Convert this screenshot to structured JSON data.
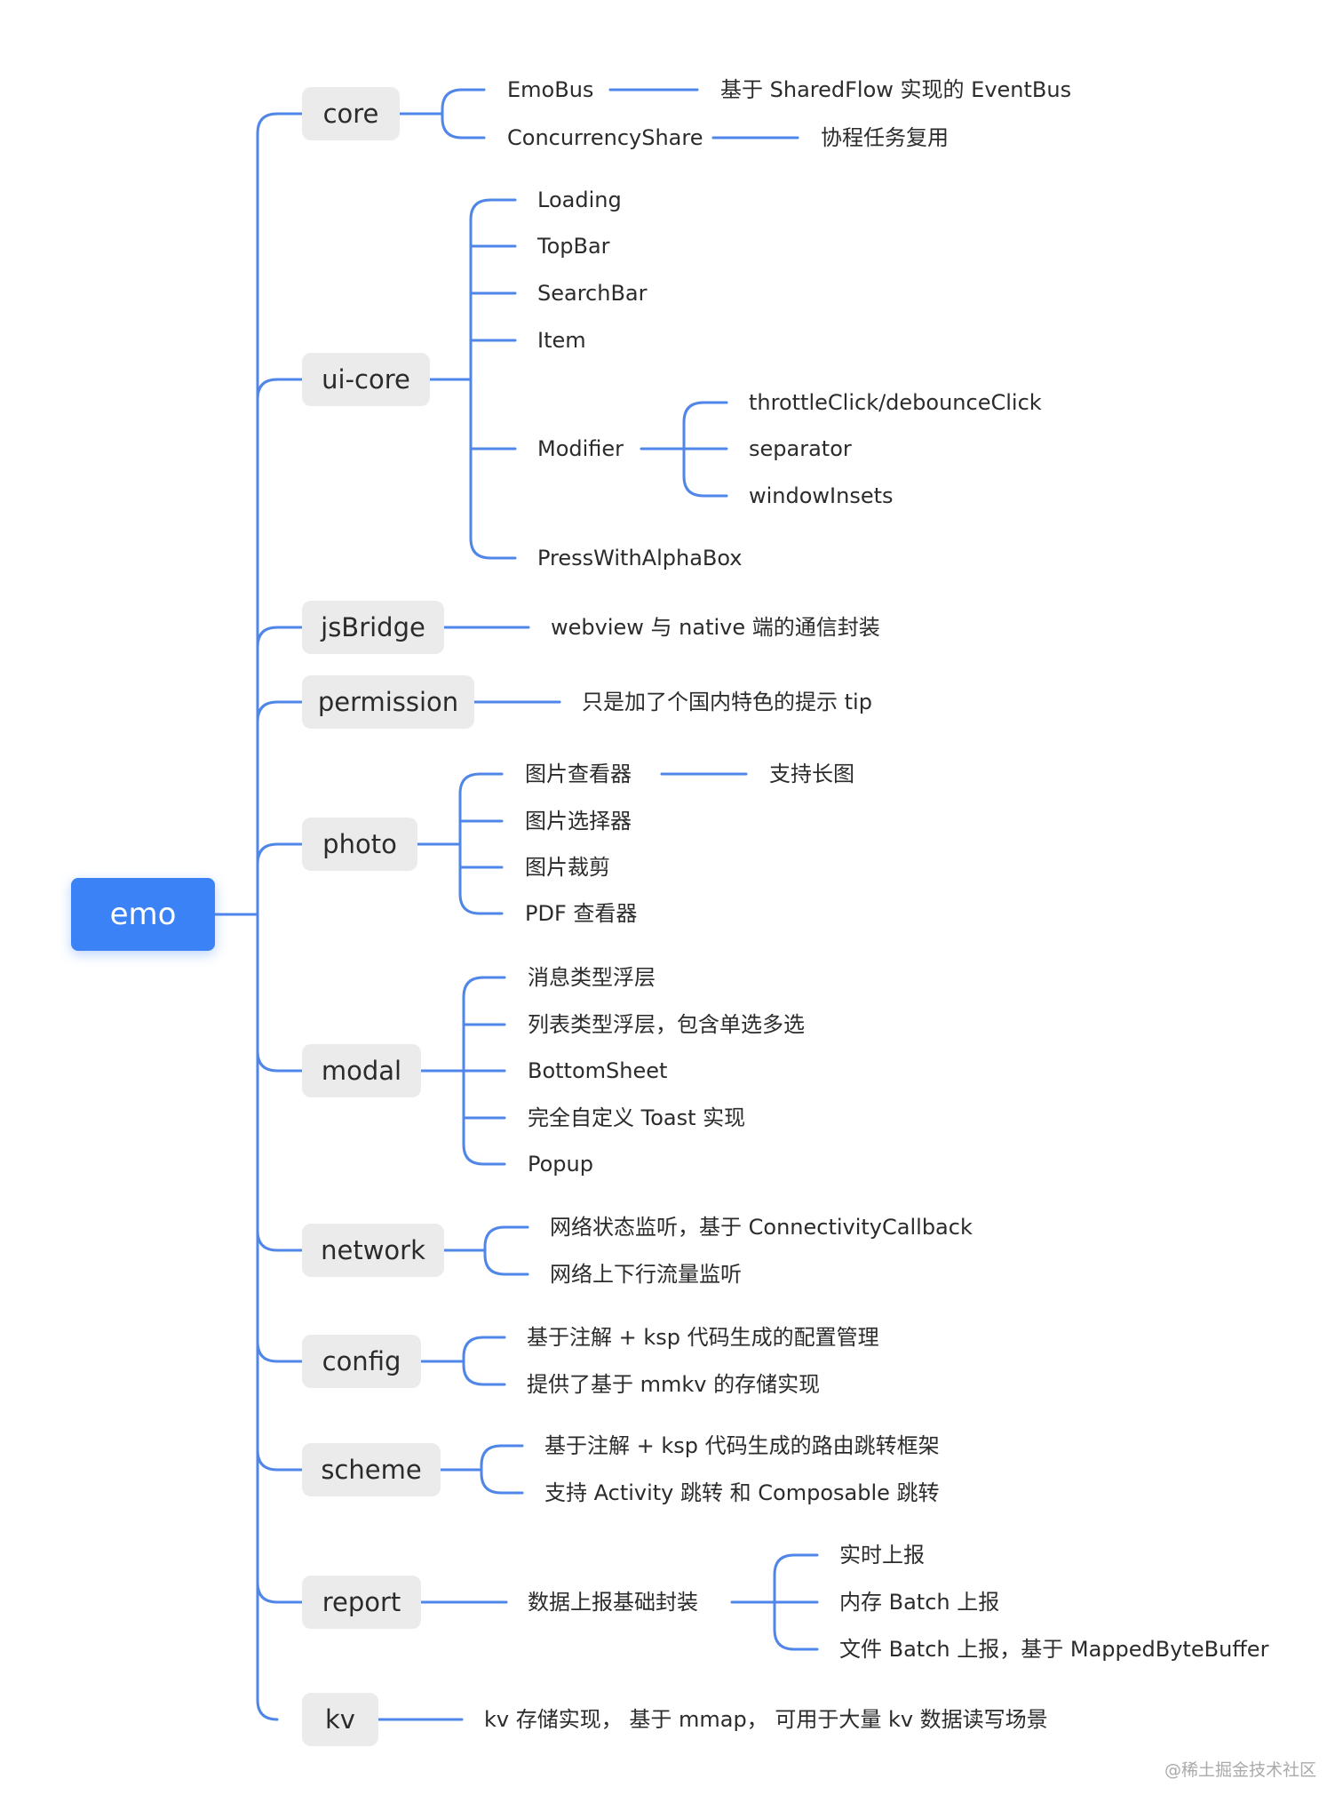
{
  "root": "emo",
  "branches": {
    "core": {
      "label": "core",
      "children": [
        {
          "label": "EmoBus",
          "desc": "基于 SharedFlow 实现的 EventBus"
        },
        {
          "label": "ConcurrencyShare",
          "desc": "协程任务复用"
        }
      ]
    },
    "ui_core": {
      "label": "ui-core",
      "children": [
        {
          "label": "Loading"
        },
        {
          "label": "TopBar"
        },
        {
          "label": "SearchBar"
        },
        {
          "label": "Item"
        },
        {
          "label": "Modifier",
          "children": [
            "throttleClick/debounceClick",
            "separator",
            "windowInsets"
          ]
        },
        {
          "label": "PressWithAlphaBox"
        }
      ]
    },
    "jsbridge": {
      "label": "jsBridge",
      "desc": "webview 与 native 端的通信封装"
    },
    "permission": {
      "label": "permission",
      "desc": "只是加了个国内特色的提示 tip"
    },
    "photo": {
      "label": "photo",
      "children": [
        {
          "label": "图片查看器",
          "desc": "支持长图"
        },
        {
          "label": "图片选择器"
        },
        {
          "label": "图片裁剪"
        },
        {
          "label": "PDF 查看器"
        }
      ]
    },
    "modal": {
      "label": "modal",
      "children": [
        "消息类型浮层",
        "列表类型浮层，包含单选多选",
        "BottomSheet",
        "完全自定义 Toast 实现",
        "Popup"
      ]
    },
    "network": {
      "label": "network",
      "children": [
        "网络状态监听，基于 ConnectivityCallback",
        "网络上下行流量监听"
      ]
    },
    "config": {
      "label": "config",
      "children": [
        "基于注解 + ksp 代码生成的配置管理",
        "提供了基于 mmkv 的存储实现"
      ]
    },
    "scheme": {
      "label": "scheme",
      "children": [
        "基于注解 + ksp 代码生成的路由跳转框架",
        "支持 Activity 跳转 和 Composable 跳转"
      ]
    },
    "report": {
      "label": "report",
      "sub": "数据上报基础封装",
      "children": [
        "实时上报",
        "内存 Batch 上报",
        "文件 Batch 上报，基于 MappedByteBuffer"
      ]
    },
    "kv": {
      "label": "kv",
      "desc": "kv 存储实现， 基于 mmap， 可用于大量 kv 数据读写场景"
    }
  },
  "watermark": "@稀土掘金技术社区",
  "colors": {
    "accent": "#3b82f6",
    "pill": "#ebebeb",
    "line": "#4f86e8"
  }
}
